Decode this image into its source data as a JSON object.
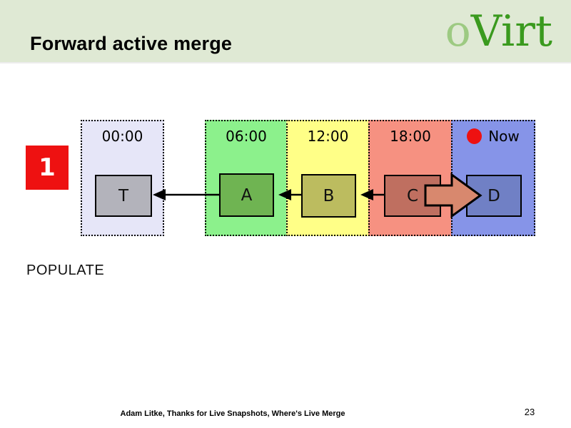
{
  "header": {
    "title": "Forward active merge",
    "logo": {
      "prefix": "o",
      "rest": "Virt"
    }
  },
  "step_badge": "1",
  "action_label": "POPULATE",
  "diagram": {
    "columns": [
      {
        "time": "00:00",
        "box": "T"
      },
      {
        "time": "06:00",
        "box": "A"
      },
      {
        "time": "12:00",
        "box": "B"
      },
      {
        "time": "18:00",
        "box": "C"
      },
      {
        "time": "Now",
        "box": "D",
        "now_indicator": true
      }
    ],
    "arrows": {
      "backing_chain": [
        "A→T",
        "B→A",
        "C→B"
      ],
      "merge": "C→D"
    }
  },
  "footer": {
    "credit": "Adam Litke, Thanks for Live Snapshots, Where's Live Merge",
    "page_number": "23"
  },
  "colors": {
    "header_bg": "#dfe9d4",
    "logo_o": "#9dca82",
    "logo_virt": "#3a9a1e",
    "step_badge_bg": "#ee1111",
    "now_dot": "#ee1111",
    "column_00": "#e6e6f8",
    "column_06": "#8cf18c",
    "column_12": "#ffff87",
    "column_18": "#f69181",
    "column_now": "#8694e8",
    "box_t": "#b3b3bb",
    "box_a": "#6fb452",
    "box_b": "#bcbc5f",
    "box_c": "#bf6f60",
    "box_d": "#7080c5",
    "merge_arrow": "#d8886e"
  }
}
